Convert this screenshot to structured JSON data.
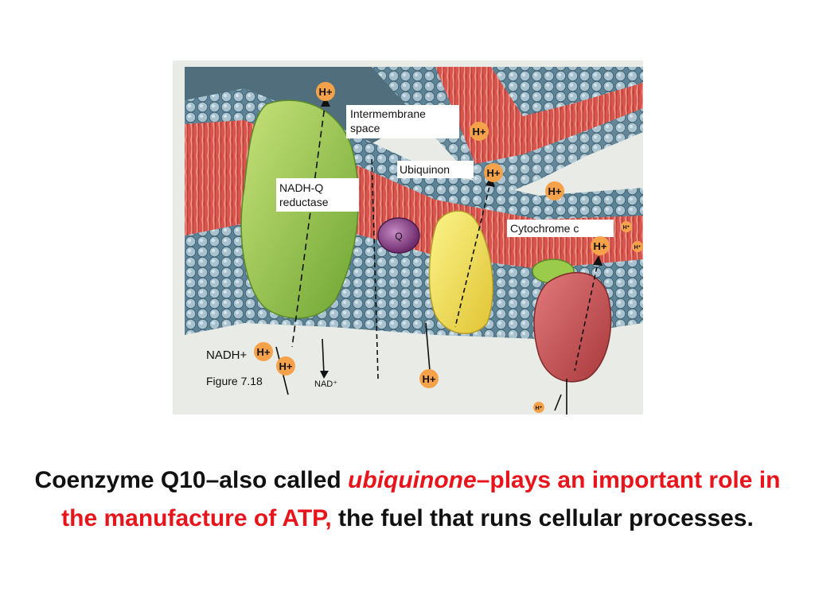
{
  "figure": {
    "labels": {
      "intermembrane_line1": "Intermembrane",
      "intermembrane_line2": "space",
      "ubiquinon": "Ubiquinon",
      "nadhq_line1": "NADH-Q",
      "nadhq_line2": "reductase",
      "cytochrome": "Cytochrome c",
      "nadh": "NADH+",
      "nad": "NAD⁺",
      "figure_number": "Figure 7.18",
      "q_symbol": "Q"
    },
    "ions": {
      "h_plus": "H+",
      "h_small": "H⁺"
    },
    "colors": {
      "nadhq_reductase": "#8fc63f",
      "ubiquinone": "#8e3f8a",
      "complex_yellow": "#f2e34a",
      "cytochrome_c": "#9acb4a",
      "complex_red": "#c94b4b",
      "membrane_interior": "#d9544c",
      "lipid_heads": "#7a9eb0",
      "ion": "#f6a24a"
    }
  },
  "caption": {
    "part1": "Coenzyme Q10–also called ",
    "part2": "ubiquinone",
    "part3": "–plays an important role in the manufacture of ATP,",
    "part4": " the fuel that runs cellular processes."
  }
}
